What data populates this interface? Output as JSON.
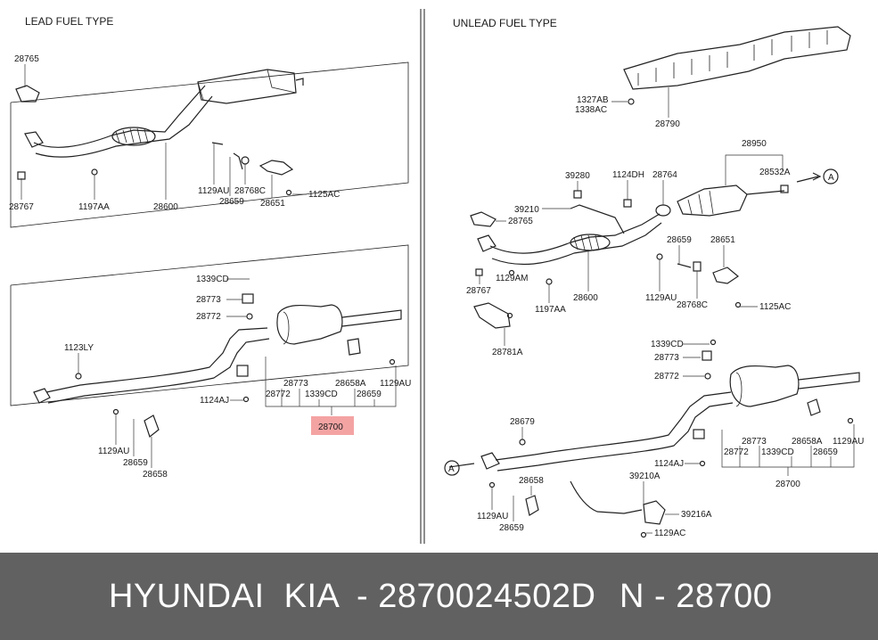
{
  "left_panel": {
    "title": "LEAD FUEL TYPE",
    "labels": [
      "28765",
      "28767",
      "1197AA",
      "28600",
      "1129AU",
      "28768C",
      "28659",
      "28651",
      "1125AC",
      "1339CD",
      "28773",
      "28772",
      "1123LY",
      "1124AJ",
      "28773",
      "1339CD",
      "28658A",
      "1129AU",
      "28772",
      "28659",
      "1129AU",
      "28659",
      "28658"
    ],
    "highlight": "28700"
  },
  "right_panel": {
    "title": "UNLEAD FUEL TYPE",
    "labels": [
      "1327AB",
      "1338AC",
      "28790",
      "28950",
      "39280",
      "1124DH",
      "28764",
      "28532A",
      "A",
      "39210",
      "28765",
      "28659",
      "28651",
      "28767",
      "1129AM",
      "28600",
      "1197AA",
      "1129AU",
      "28768C",
      "1125AC",
      "28781A",
      "1339CD",
      "28773",
      "28772",
      "28679",
      "28773",
      "28658A",
      "1129AU",
      "28772",
      "1339CD",
      "28659",
      "1124AJ",
      "28700",
      "A",
      "39210A",
      "28658",
      "39216A",
      "1129AU",
      "28659",
      "1129AC"
    ]
  },
  "footer": {
    "brand": "HYUNDAI  KIA",
    "part_number": "- 2870024502D",
    "ref_number": "N - 28700"
  },
  "colors": {
    "footer_bg": "#616161",
    "footer_text": "#ffffff",
    "highlight_bg": "#f4a3a3",
    "line": "#222222"
  }
}
